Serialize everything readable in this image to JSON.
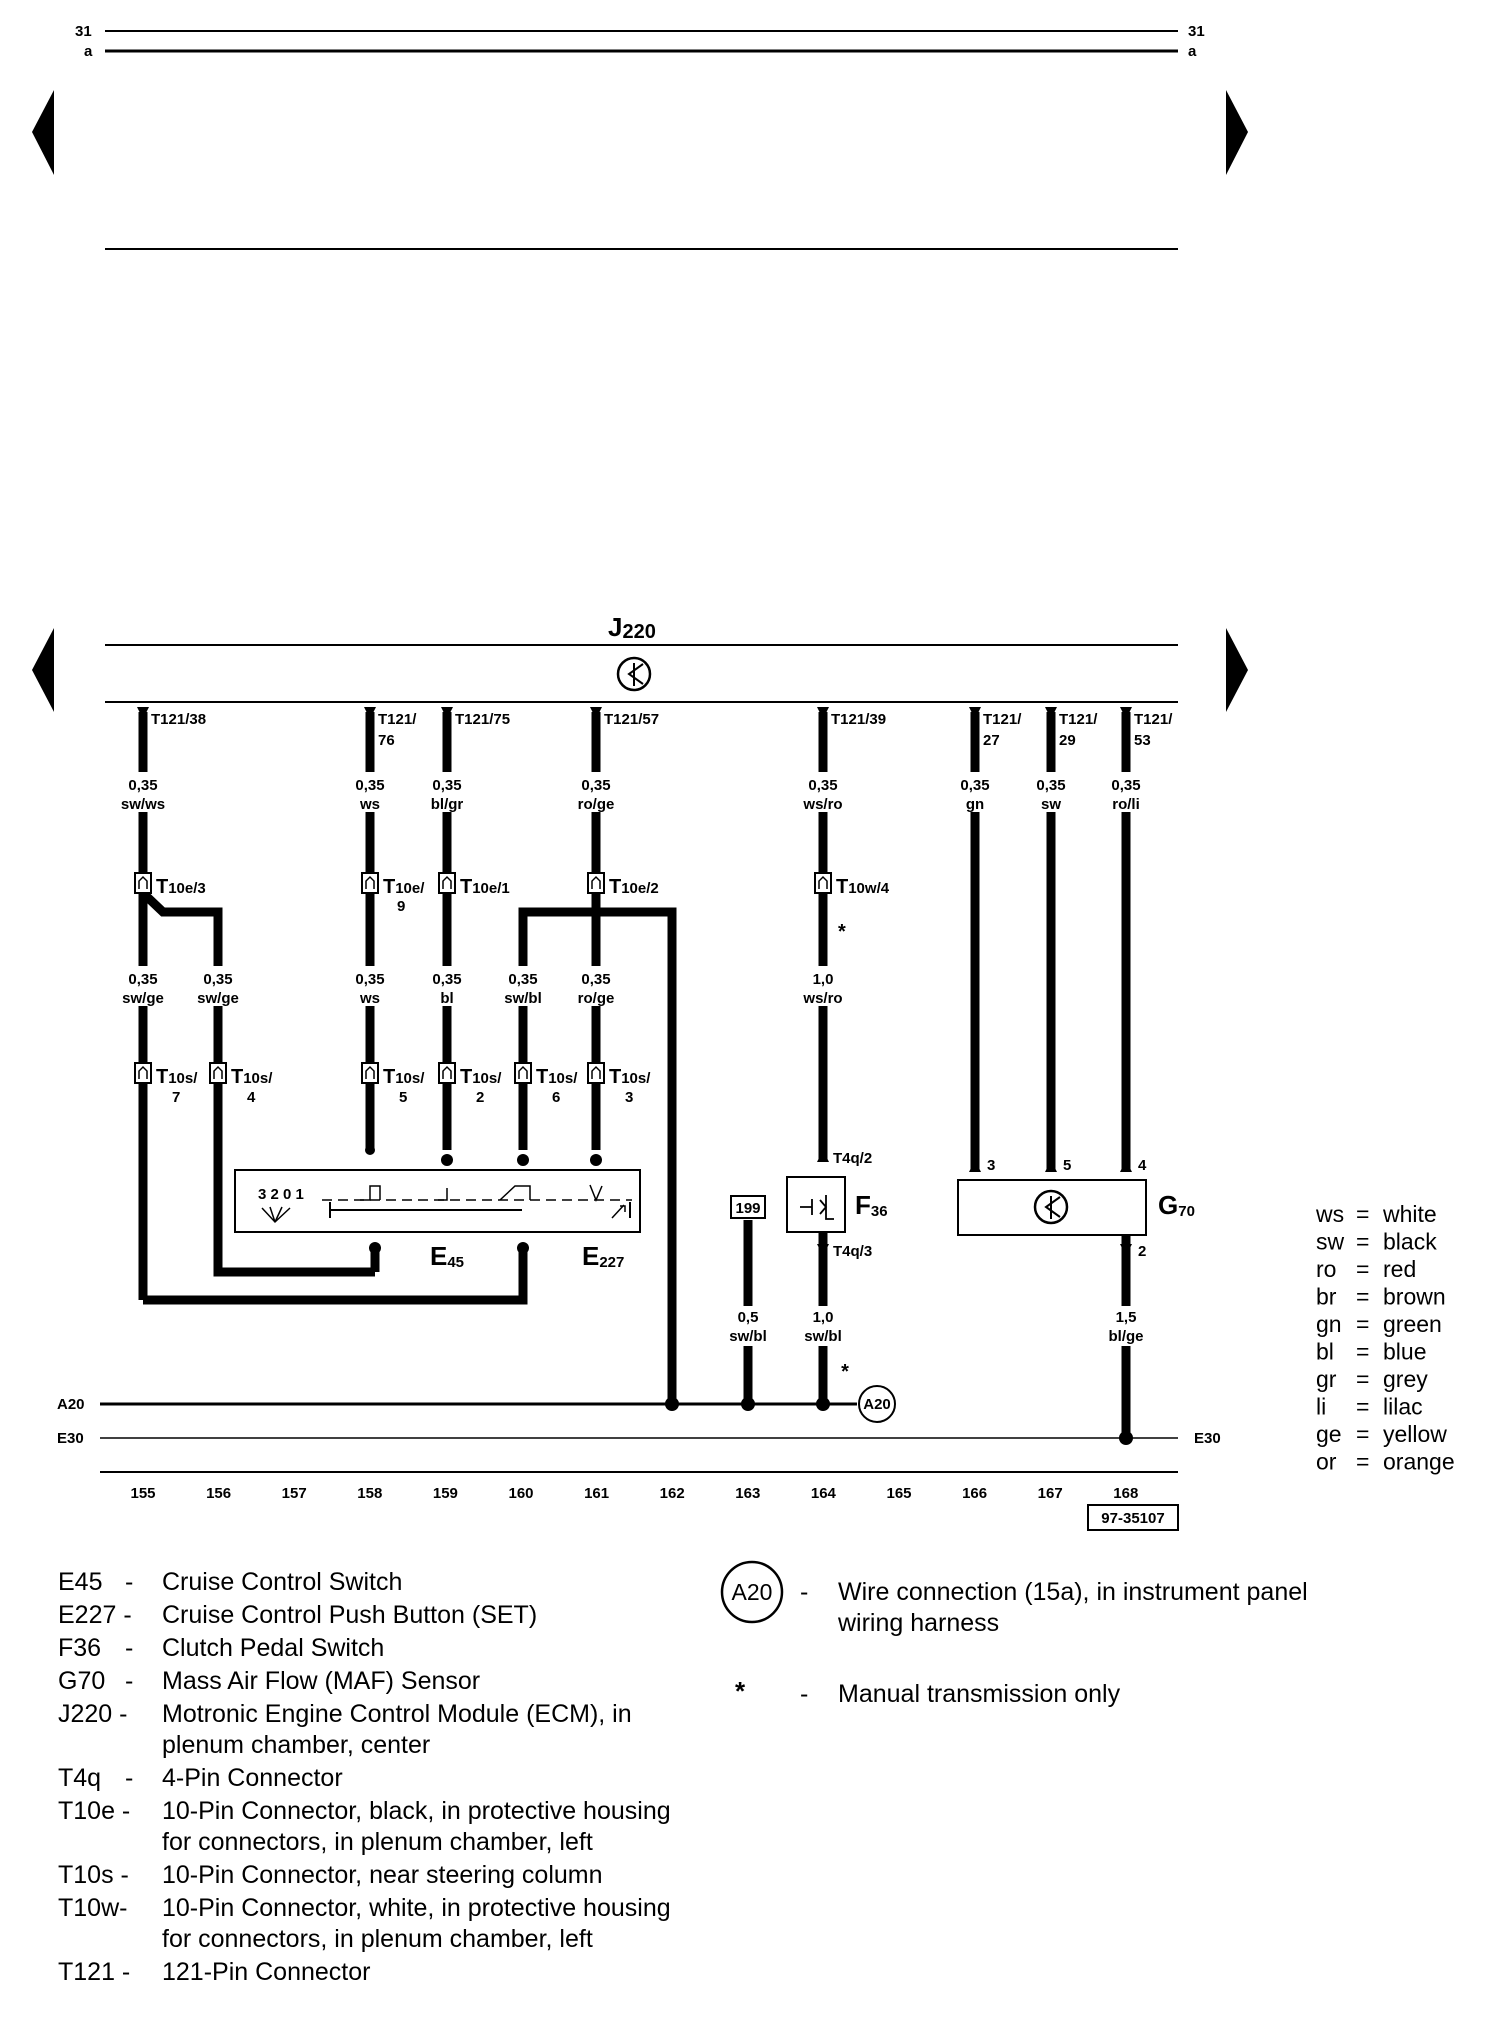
{
  "header": {
    "left_top": "31",
    "left_bottom": "a",
    "right_top": "31",
    "right_bottom": "a"
  },
  "ecm": {
    "label": "J",
    "sub": "220"
  },
  "pins": [
    {
      "l1": "T121/38",
      "l2": ""
    },
    {
      "l1": "T121/",
      "l2": "76"
    },
    {
      "l1": "T121/75",
      "l2": ""
    },
    {
      "l1": "T121/57",
      "l2": ""
    },
    {
      "l1": "T121/39",
      "l2": ""
    },
    {
      "l1": "T121/",
      "l2": "27"
    },
    {
      "l1": "T121/",
      "l2": "29"
    },
    {
      "l1": "T121/",
      "l2": "53"
    }
  ],
  "wires_upper": [
    {
      "size": "0,35",
      "color": "sw/ws"
    },
    {
      "size": "0,35",
      "color": "ws"
    },
    {
      "size": "0,35",
      "color": "bl/gr"
    },
    {
      "size": "0,35",
      "color": "ro/ge"
    },
    {
      "size": "0,35",
      "color": "ws/ro"
    },
    {
      "size": "0,35",
      "color": "gn"
    },
    {
      "size": "0,35",
      "color": "sw"
    },
    {
      "size": "0,35",
      "color": "ro/li"
    }
  ],
  "t10e": [
    {
      "main": "T",
      "sub": "10e/3",
      "extra": ""
    },
    {
      "main": "T",
      "sub": "10e/",
      "extra": "9"
    },
    {
      "main": "T",
      "sub": "10e/1",
      "extra": ""
    },
    {
      "main": "T",
      "sub": "10e/2",
      "extra": ""
    },
    {
      "main": "T",
      "sub": "10w/4",
      "extra": ""
    }
  ],
  "wires_mid": [
    {
      "size": "0,35",
      "color": "sw/ge"
    },
    {
      "size": "0,35",
      "color": "sw/ge"
    },
    {
      "size": "0,35",
      "color": "ws"
    },
    {
      "size": "0,35",
      "color": "bl"
    },
    {
      "size": "0,35",
      "color": "sw/bl"
    },
    {
      "size": "0,35",
      "color": "ro/ge"
    },
    {
      "size": "1,0",
      "color": "ws/ro"
    }
  ],
  "t10s": [
    {
      "main": "T",
      "sub": "10s/",
      "pin": "7"
    },
    {
      "main": "T",
      "sub": "10s/",
      "pin": "4"
    },
    {
      "main": "T",
      "sub": "10s/",
      "pin": "5"
    },
    {
      "main": "T",
      "sub": "10s/",
      "pin": "2"
    },
    {
      "main": "T",
      "sub": "10s/",
      "pin": "6"
    },
    {
      "main": "T",
      "sub": "10s/",
      "pin": "3"
    }
  ],
  "switch": {
    "positions": "3 2 0 1",
    "e45": "E",
    "e45_sub": "45",
    "e227": "E",
    "e227_sub": "227"
  },
  "clutch": {
    "label": "F",
    "sub": "36",
    "pin_top": "T4q/2",
    "pin_bottom": "T4q/3"
  },
  "maf": {
    "label": "G",
    "sub": "70",
    "pins": [
      "3",
      "5",
      "4",
      "2"
    ]
  },
  "ground_ref": "199",
  "wires_lower": [
    {
      "size": "0,5",
      "color": "sw/bl"
    },
    {
      "size": "1,0",
      "color": "sw/bl"
    },
    {
      "size": "1,5",
      "color": "bl/ge"
    }
  ],
  "asterisk": "*",
  "bus": {
    "a20": "A20",
    "e30": "E30",
    "e30_right": "E30",
    "a20_circle": "A20"
  },
  "columns": [
    "155",
    "156",
    "157",
    "158",
    "159",
    "160",
    "161",
    "162",
    "163",
    "164",
    "165",
    "166",
    "167",
    "168"
  ],
  "figure_id": "97-35107",
  "color_key": [
    {
      "code": "ws",
      "name": "white"
    },
    {
      "code": "sw",
      "name": "black"
    },
    {
      "code": "ro",
      "name": "red"
    },
    {
      "code": "br",
      "name": "brown"
    },
    {
      "code": "gn",
      "name": "green"
    },
    {
      "code": "bl",
      "name": "blue"
    },
    {
      "code": "gr",
      "name": "grey"
    },
    {
      "code": "li",
      "name": "lilac"
    },
    {
      "code": "ge",
      "name": "yellow"
    },
    {
      "code": "or",
      "name": "orange"
    }
  ],
  "legend": [
    {
      "code": "E45",
      "lines": [
        "Cruise Control Switch"
      ]
    },
    {
      "code": "E227 -",
      "lines": [
        "Cruise Control Push Button (SET)"
      ]
    },
    {
      "code": "F36",
      "lines": [
        "Clutch Pedal Switch"
      ]
    },
    {
      "code": "G70",
      "lines": [
        "Mass Air Flow (MAF) Sensor"
      ]
    },
    {
      "code": "J220 -",
      "lines": [
        "Motronic Engine Control Module (ECM), in",
        "plenum chamber, center"
      ]
    },
    {
      "code": "T4q",
      "lines": [
        "4-Pin Connector"
      ]
    },
    {
      "code": "T10e -",
      "lines": [
        "10-Pin Connector, black, in protective housing",
        "for connectors, in plenum chamber, left"
      ]
    },
    {
      "code": "T10s -",
      "lines": [
        "10-Pin Connector, near steering column"
      ]
    },
    {
      "code": "T10w-",
      "lines": [
        "10-Pin Connector, white, in protective housing",
        "for connectors, in plenum chamber, left"
      ]
    },
    {
      "code": "T121 -",
      "lines": [
        "121-Pin Connector"
      ]
    }
  ],
  "legend_right": [
    {
      "code": "A20",
      "lines": [
        "Wire connection (15a), in instrument panel",
        "wiring harness"
      ]
    },
    {
      "code": "*",
      "lines": [
        "Manual transmission only"
      ]
    }
  ]
}
